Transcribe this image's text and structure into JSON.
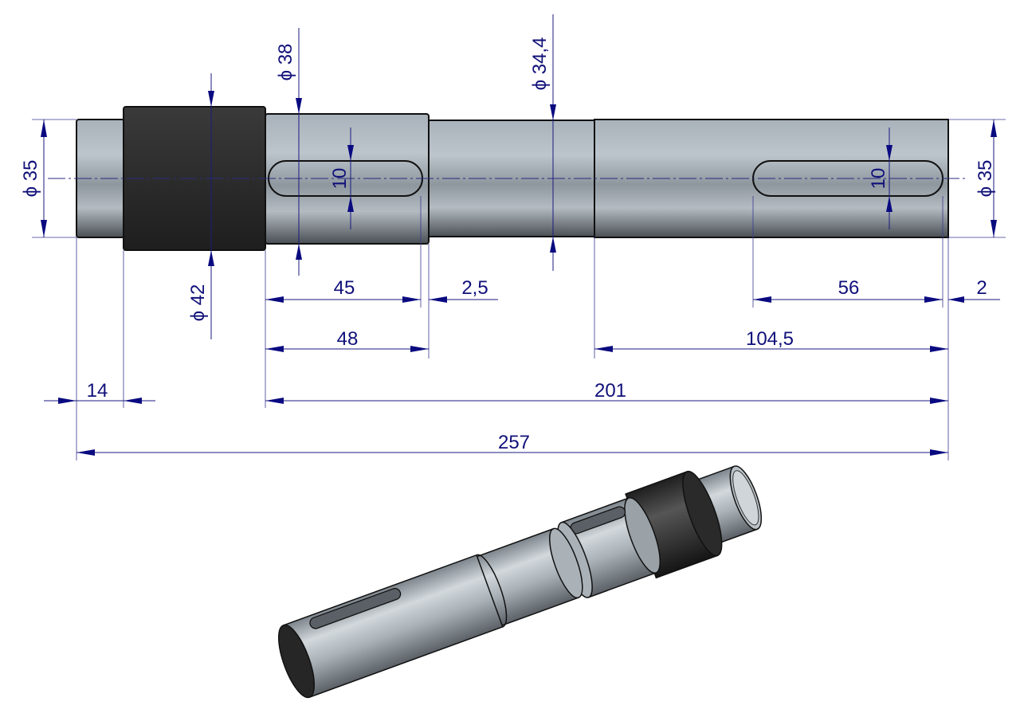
{
  "drawing": {
    "front_view": {
      "diameters": {
        "left_journal": "ϕ 35",
        "collar": "ϕ 42",
        "key_seat_left": "ϕ 38",
        "middle": "ϕ 34,4",
        "right_journal": "ϕ 35"
      },
      "keyway_widths": {
        "left": "10",
        "right": "10"
      },
      "lengths": {
        "left_keyway": "45",
        "left_gap": "2,5",
        "left_section": "48",
        "right_keyway": "56",
        "right_gap": "2",
        "right_section": "104,5",
        "left_journal": "14",
        "from_collar": "201",
        "overall": "257"
      }
    },
    "colors": {
      "dimension": "#10107a",
      "steel": "#aab3bb",
      "collar": "#2a2a2a"
    }
  }
}
